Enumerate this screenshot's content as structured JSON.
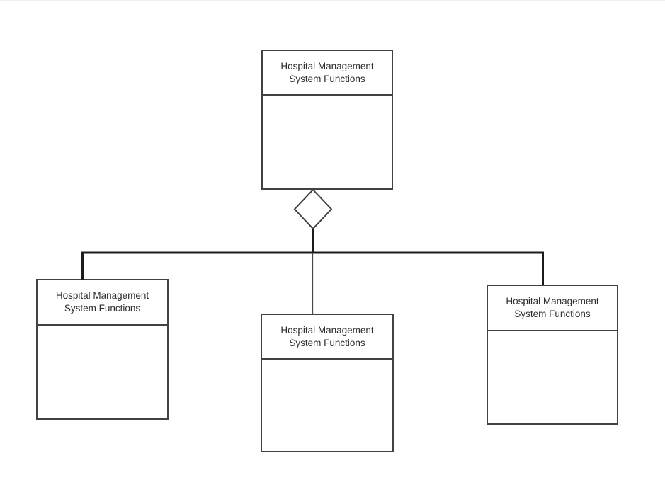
{
  "diagram": {
    "nodes": [
      {
        "id": "parent",
        "label": "Hospital Management System Functions"
      },
      {
        "id": "child-left",
        "label": "Hospital Management System Functions"
      },
      {
        "id": "child-middle",
        "label": "Hospital Management System Functions"
      },
      {
        "id": "child-right",
        "label": "Hospital Management System Functions"
      }
    ],
    "edges": [
      {
        "from": "parent",
        "to": "child-left",
        "type": "aggregation"
      },
      {
        "from": "parent",
        "to": "child-middle",
        "type": "aggregation"
      },
      {
        "from": "parent",
        "to": "child-right",
        "type": "aggregation"
      }
    ],
    "connector": {
      "shape": "aggregation-diamond",
      "fill": "#ffffff"
    },
    "colors": {
      "background": "#ffffff",
      "box_border": "#424242",
      "text": "#2d2d2d",
      "connector_heavy": "#1c1c1c",
      "connector_light": "#4a4a4a"
    }
  }
}
